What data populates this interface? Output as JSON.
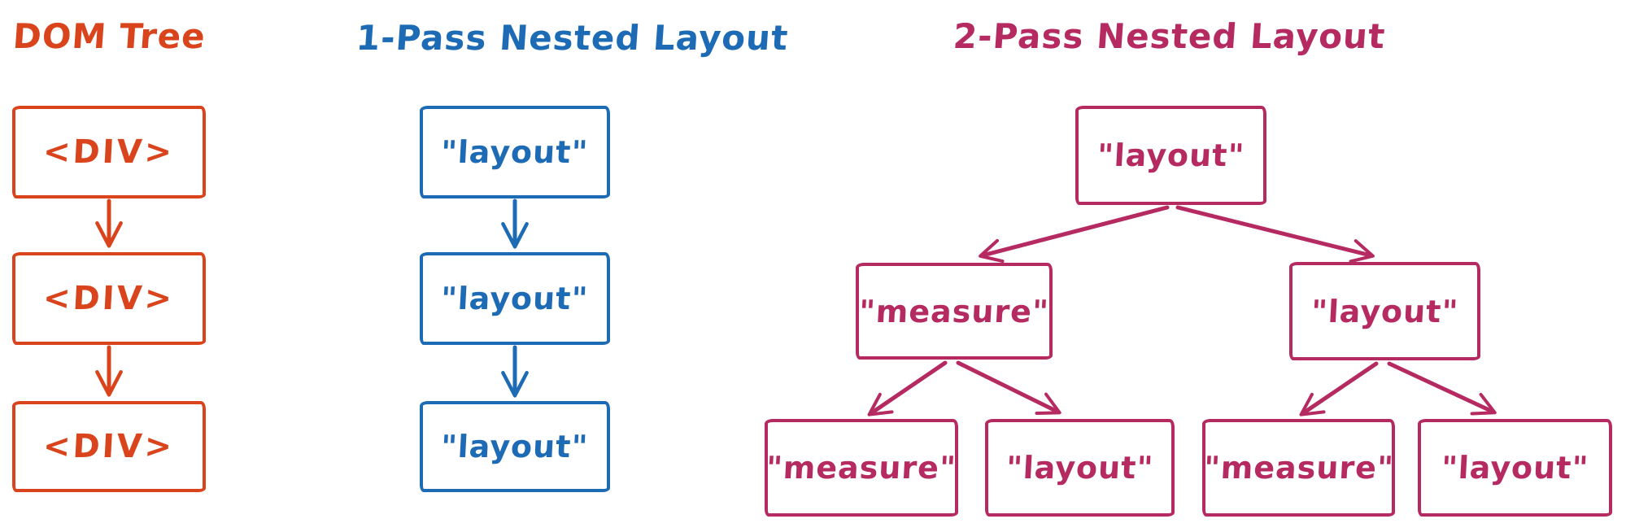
{
  "diagram": {
    "background": "#ffffff",
    "colors": {
      "dom_tree": "#d9441c",
      "one_pass": "#1e6bb5",
      "two_pass": "#b52a60"
    },
    "sections": {
      "dom": {
        "title": "DOM Tree",
        "nodes": [
          {
            "label": "<DIV>"
          },
          {
            "label": "<DIV>"
          },
          {
            "label": "<DIV>"
          }
        ]
      },
      "onepass": {
        "title": "1-Pass Nested Layout",
        "nodes": [
          {
            "label": "\"layout\""
          },
          {
            "label": "\"layout\""
          },
          {
            "label": "\"layout\""
          }
        ]
      },
      "twopass": {
        "title": "2-Pass Nested Layout",
        "nodes": {
          "root": {
            "label": "\"layout\""
          },
          "left": {
            "label": "\"measure\""
          },
          "right": {
            "label": "\"layout\""
          },
          "leaf1": {
            "label": "\"measure\""
          },
          "leaf2": {
            "label": "\"layout\""
          },
          "leaf3": {
            "label": "\"measure\""
          },
          "leaf4": {
            "label": "\"layout\""
          }
        }
      }
    }
  }
}
